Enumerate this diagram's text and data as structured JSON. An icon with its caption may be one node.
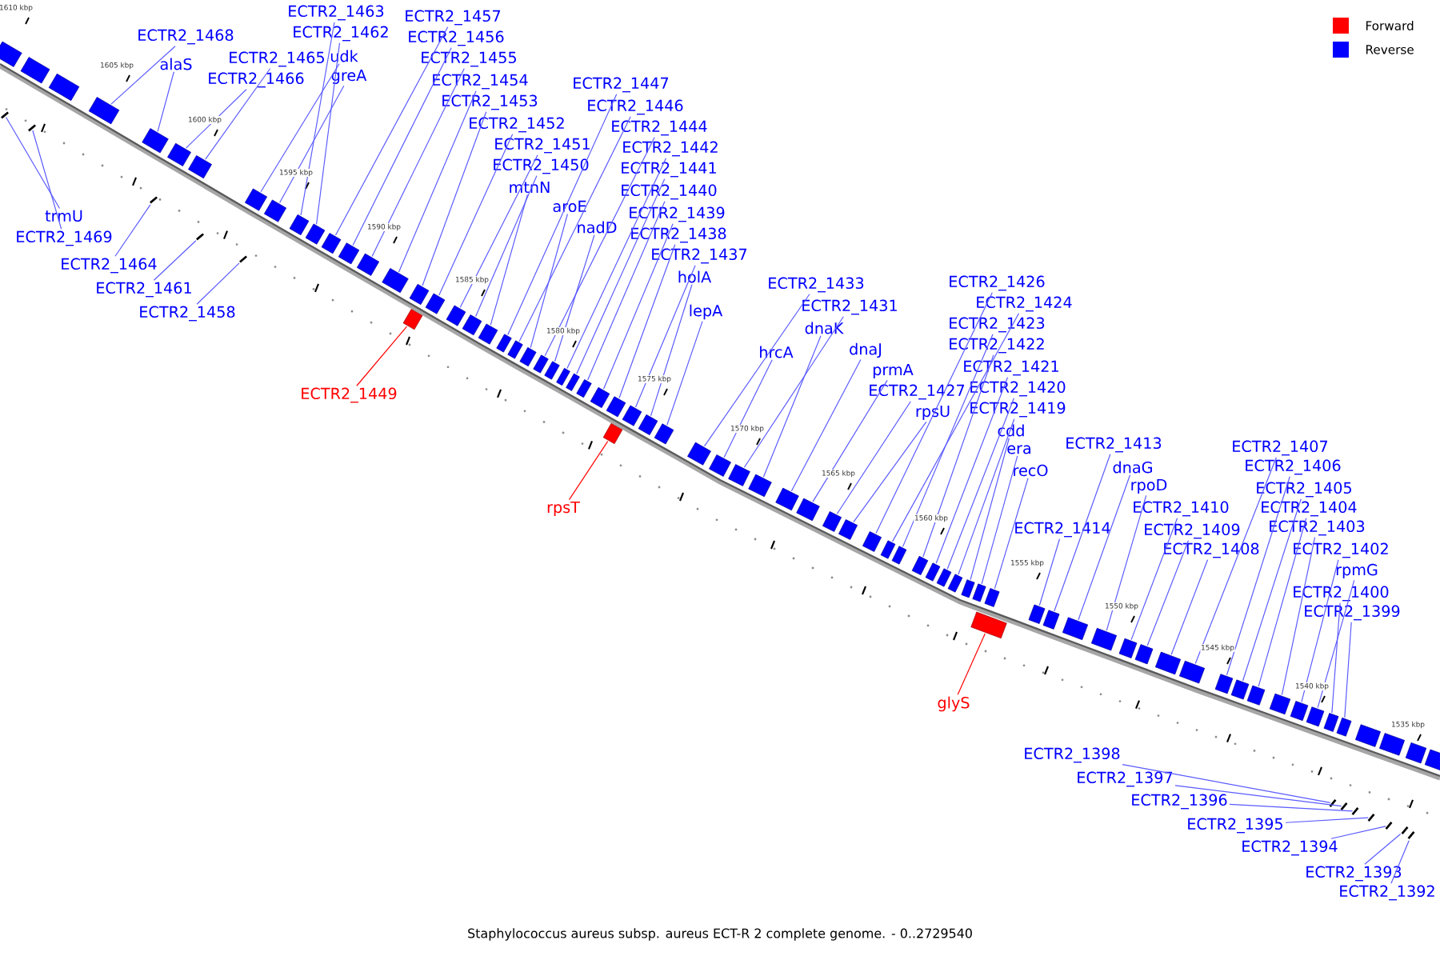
{
  "diagram": {
    "caption": "Staphylococcus aureus subsp. aureus ECT-R 2 complete genome. - 0..2729540",
    "nodes": [
      {
        "text": [
          "ECTR2_1463"
        ]
      },
      {
        "text": [
          "ECTR2_1457"
        ]
      },
      {
        "text": [
          "ECTR2_1462"
        ]
      },
      {
        "text": [
          "ECTR2_1468"
        ]
      },
      {
        "text": [
          "ECTR2_1456"
        ]
      },
      {
        "text": [
          "ECTR2_1465"
        ]
      },
      {
        "text": [
          "udk"
        ]
      },
      {
        "text": [
          "alaS"
        ]
      },
      {
        "text": [
          "ECTR2_1455"
        ]
      },
      {
        "text": [
          "ECTR2_1466"
        ]
      },
      {
        "text": [
          "greA"
        ]
      },
      {
        "text": [
          "ECTR2_1454"
        ]
      },
      {
        "text": [
          "ECTR2_1447"
        ]
      },
      {
        "text": [
          "ECTR2_1453"
        ]
      },
      {
        "text": [
          "ECTR2_1446"
        ]
      },
      {
        "text": [
          "ECTR2_1452"
        ]
      },
      {
        "text": [
          "ECTR2_1444"
        ]
      },
      {
        "text": [
          "ECTR2_1451"
        ]
      },
      {
        "text": [
          "ECTR2_1442"
        ]
      },
      {
        "text": [
          "ECTR2_1450"
        ]
      },
      {
        "text": [
          "ECTR2_1441"
        ]
      },
      {
        "text": [
          "mtnN"
        ]
      },
      {
        "text": [
          "ECTR2_1440"
        ]
      },
      {
        "text": [
          "aroE"
        ]
      },
      {
        "text": [
          "ECTR2_1439"
        ]
      },
      {
        "text": [
          "trmU"
        ]
      },
      {
        "text": [
          "nadD"
        ]
      },
      {
        "text": [
          "ECTR2_1438"
        ]
      },
      {
        "text": [
          "ECTR2_1469"
        ]
      },
      {
        "text": [
          "ECTR2_1437"
        ]
      },
      {
        "text": [
          "ECTR2_1464"
        ]
      },
      {
        "text": [
          "holA"
        ]
      },
      {
        "text": [
          "ECTR2_1426"
        ]
      },
      {
        "text": [
          "ECTR2_1433"
        ]
      },
      {
        "text": [
          "ECTR2_1461"
        ]
      },
      {
        "text": [
          "ECTR2_1424"
        ]
      },
      {
        "text": [
          "ECTR2_1431"
        ]
      },
      {
        "text": [
          "lepA"
        ]
      },
      {
        "text": [
          "ECTR2_1458"
        ]
      },
      {
        "text": [
          "ECTR2_1423"
        ]
      },
      {
        "text": [
          "dnaK"
        ]
      },
      {
        "text": [
          "ECTR2_1422"
        ]
      },
      {
        "text": [
          "hrcA"
        ]
      },
      {
        "text": [
          "dnaJ"
        ]
      },
      {
        "text": [
          "ECTR2_1421"
        ]
      },
      {
        "text": [
          "prmA"
        ]
      },
      {
        "text": [
          "ECTR2_1420"
        ]
      },
      {
        "text": [
          "ECTR2_1427"
        ]
      },
      {
        "text": [
          "ECTR2_1449"
        ]
      },
      {
        "text": [
          "ECTR2_1419"
        ]
      },
      {
        "text": [
          "rpsU"
        ]
      },
      {
        "text": [
          "cdd"
        ]
      },
      {
        "text": [
          "ECTR2_1413"
        ]
      },
      {
        "text": [
          "ECTR2_1407"
        ]
      },
      {
        "text": [
          "era"
        ]
      },
      {
        "text": [
          "dnaG"
        ]
      },
      {
        "text": [
          "ECTR2_1406"
        ]
      },
      {
        "text": [
          "recO"
        ]
      },
      {
        "text": [
          "rpoD"
        ]
      },
      {
        "text": [
          "ECTR2_1405"
        ]
      },
      {
        "text": [
          "rpsT"
        ]
      },
      {
        "text": [
          "ECTR2_1410"
        ]
      },
      {
        "text": [
          "ECTR2_1404"
        ]
      },
      {
        "text": [
          "ECTR2_1414"
        ]
      },
      {
        "text": [
          "ECTR2_1409"
        ]
      },
      {
        "text": [
          "ECTR2_1403"
        ]
      },
      {
        "text": [
          "ECTR2_1408"
        ]
      },
      {
        "text": [
          "ECTR2_1402"
        ]
      },
      {
        "text": [
          "rpmG"
        ]
      },
      {
        "text": [
          "ECTR2_1400"
        ]
      },
      {
        "text": [
          "ECTR2_1399"
        ]
      },
      {
        "text": [
          "glyS"
        ]
      },
      {
        "text": [
          "ECTR2_1398"
        ]
      },
      {
        "text": [
          "ECTR2_1397"
        ]
      },
      {
        "text": [
          "ECTR2_1396"
        ]
      },
      {
        "text": [
          "ECTR2_1395"
        ]
      },
      {
        "text": [
          "ECTR2_1394"
        ]
      },
      {
        "text": [
          "ECTR2_1393"
        ]
      },
      {
        "text": [
          "ECTR2_1392"
        ]
      },
      {
        "text": [],
        "shape": "bar"
      },
      {
        "text": [],
        "shape": "box"
      },
      {
        "text": [],
        "shape": "bar"
      },
      {
        "text": [],
        "shape": "box"
      },
      {
        "text": [],
        "shape": "box"
      },
      {
        "text": [],
        "shape": "box"
      },
      {
        "text": [],
        "shape": "bar"
      },
      {
        "text": [],
        "shape": "box"
      },
      {
        "text": [],
        "shape": "box"
      },
      {
        "text": [],
        "shape": "box"
      },
      {
        "text": [],
        "shape": "bar"
      },
      {
        "text": [],
        "shape": "bar"
      },
      {
        "text": [],
        "shape": "box"
      },
      {
        "text": [],
        "shape": "box"
      },
      {
        "text": [],
        "shape": "box"
      },
      {
        "text": [],
        "shape": "box"
      },
      {
        "text": [],
        "shape": "box"
      },
      {
        "text": [],
        "shape": "box"
      },
      {
        "text": [],
        "shape": "box"
      },
      {
        "text": [],
        "shape": "box"
      },
      {
        "text": [],
        "shape": "box"
      },
      {
        "text": [],
        "shape": "box"
      },
      {
        "text": [],
        "shape": "box"
      },
      {
        "text": [],
        "shape": "box"
      },
      {
        "text": [],
        "shape": "box"
      },
      {
        "text": [],
        "shape": "box"
      },
      {
        "text": [],
        "shape": "box"
      },
      {
        "text": [],
        "shape": "box"
      },
      {
        "text": [],
        "shape": "box"
      },
      {
        "text": [],
        "shape": "box"
      },
      {
        "text": [],
        "shape": "box"
      },
      {
        "text": [],
        "shape": "box"
      },
      {
        "text": [],
        "shape": "box"
      },
      {
        "text": [],
        "shape": "box"
      },
      {
        "text": [],
        "shape": "box"
      },
      {
        "text": [],
        "shape": "box"
      },
      {
        "text": [],
        "shape": "box"
      },
      {
        "text": [],
        "shape": "box"
      },
      {
        "text": [],
        "shape": "box"
      },
      {
        "text": [],
        "shape": "box"
      },
      {
        "text": [],
        "shape": "box"
      },
      {
        "text": [],
        "shape": "box"
      },
      {
        "text": [],
        "shape": "box"
      },
      {
        "text": [],
        "shape": "box"
      },
      {
        "text": [],
        "shape": "box"
      },
      {
        "text": [],
        "shape": "box"
      },
      {
        "text": [],
        "shape": "box"
      },
      {
        "text": [],
        "shape": "box"
      },
      {
        "text": [],
        "shape": "box"
      },
      {
        "text": [],
        "shape": "box"
      },
      {
        "text": [],
        "shape": "box"
      },
      {
        "text": [],
        "shape": "box"
      },
      {
        "text": [],
        "shape": "box"
      },
      {
        "text": [],
        "shape": "box"
      },
      {
        "text": [],
        "shape": "box"
      },
      {
        "text": [],
        "shape": "box"
      },
      {
        "text": [],
        "shape": "box"
      },
      {
        "text": [],
        "shape": "box"
      },
      {
        "text": [],
        "shape": "box"
      },
      {
        "text": [],
        "shape": "box"
      },
      {
        "text": [],
        "shape": "box"
      },
      {
        "text": [],
        "shape": "box"
      },
      {
        "text": [],
        "shape": "box"
      },
      {
        "text": [],
        "shape": "box"
      },
      {
        "text": [],
        "shape": "box"
      },
      {
        "text": [],
        "shape": "box"
      },
      {
        "text": [],
        "shape": "box"
      },
      {
        "text": [],
        "shape": "box"
      },
      {
        "text": [],
        "shape": "box"
      },
      {
        "text": [],
        "shape": "box"
      },
      {
        "text": [],
        "shape": "box"
      },
      {
        "text": [],
        "shape": "box"
      },
      {
        "text": [],
        "shape": "box"
      },
      {
        "text": [],
        "shape": "box"
      },
      {
        "text": [],
        "shape": "bar"
      },
      {
        "text": [],
        "shape": "box"
      },
      {
        "text": [],
        "shape": "bar"
      },
      {
        "text": [],
        "shape": "bar"
      },
      {
        "text": [],
        "shape": "box"
      },
      {
        "text": [],
        "shape": "bar"
      },
      {
        "text": [],
        "shape": "bar"
      },
      {
        "text": [],
        "shape": "box"
      },
      {
        "text": [],
        "shape": "bar"
      },
      {
        "text": [],
        "shape": "bar"
      },
      {
        "text": [],
        "shape": "box"
      },
      {
        "text": [],
        "shape": "box"
      }
    ],
    "edges": [
      {
        "from": 0,
        "to": 93,
        "arrow": "none"
      },
      {
        "from": 1,
        "to": 95,
        "arrow": "none"
      },
      {
        "from": 2,
        "to": 94,
        "arrow": "none"
      },
      {
        "from": 3,
        "to": 84,
        "arrow": "none"
      },
      {
        "from": 4,
        "to": 96,
        "arrow": "none"
      },
      {
        "from": 5,
        "to": 88,
        "arrow": "none"
      },
      {
        "from": 6,
        "to": 91,
        "arrow": "none"
      },
      {
        "from": 7,
        "to": 86,
        "arrow": "none"
      },
      {
        "from": 8,
        "to": 97,
        "arrow": "none"
      },
      {
        "from": 9,
        "to": 87,
        "arrow": "none"
      },
      {
        "from": 10,
        "to": 92,
        "arrow": "none"
      },
      {
        "from": 11,
        "to": 98,
        "arrow": "none"
      },
      {
        "from": 12,
        "to": 105,
        "arrow": "none"
      },
      {
        "from": 13,
        "to": 100,
        "arrow": "none"
      },
      {
        "from": 14,
        "to": 106,
        "arrow": "none"
      },
      {
        "from": 15,
        "to": 101,
        "arrow": "none"
      },
      {
        "from": 16,
        "to": 108,
        "arrow": "none"
      },
      {
        "from": 17,
        "to": 102,
        "arrow": "none"
      },
      {
        "from": 18,
        "to": 110,
        "arrow": "none"
      },
      {
        "from": 19,
        "to": 103,
        "arrow": "none"
      },
      {
        "from": 20,
        "to": 111,
        "arrow": "none"
      },
      {
        "from": 21,
        "to": 104,
        "arrow": "none"
      },
      {
        "from": 22,
        "to": 112,
        "arrow": "none"
      },
      {
        "from": 23,
        "to": 107,
        "arrow": "none"
      },
      {
        "from": 24,
        "to": 113,
        "arrow": "none"
      },
      {
        "from": 25,
        "to": 79,
        "arrow": "none"
      },
      {
        "from": 26,
        "to": 109,
        "arrow": "none"
      },
      {
        "from": 27,
        "to": 115,
        "arrow": "none"
      },
      {
        "from": 28,
        "to": 81,
        "arrow": "none"
      },
      {
        "from": 29,
        "to": 116,
        "arrow": "none"
      },
      {
        "from": 30,
        "to": 85,
        "arrow": "none"
      },
      {
        "from": 31,
        "to": 117,
        "arrow": "none"
      },
      {
        "from": 32,
        "to": 127,
        "arrow": "none"
      },
      {
        "from": 33,
        "to": 119,
        "arrow": "none"
      },
      {
        "from": 34,
        "to": 89,
        "arrow": "none"
      },
      {
        "from": 35,
        "to": 128,
        "arrow": "none"
      },
      {
        "from": 36,
        "to": 121,
        "arrow": "none"
      },
      {
        "from": 37,
        "to": 118,
        "arrow": "none"
      },
      {
        "from": 38,
        "to": 90,
        "arrow": "none"
      },
      {
        "from": 39,
        "to": 129,
        "arrow": "none"
      },
      {
        "from": 40,
        "to": 122,
        "arrow": "none"
      },
      {
        "from": 41,
        "to": 130,
        "arrow": "none"
      },
      {
        "from": 42,
        "to": 120,
        "arrow": "none"
      },
      {
        "from": 43,
        "to": 123,
        "arrow": "none"
      },
      {
        "from": 44,
        "to": 131,
        "arrow": "none"
      },
      {
        "from": 45,
        "to": 124,
        "arrow": "none"
      },
      {
        "from": 46,
        "to": 132,
        "arrow": "none"
      },
      {
        "from": 47,
        "to": 125,
        "arrow": "none"
      },
      {
        "from": 48,
        "to": 99,
        "arrow": "none",
        "color": "#ff0000"
      },
      {
        "from": 49,
        "to": 133,
        "arrow": "none"
      },
      {
        "from": 50,
        "to": 126,
        "arrow": "none"
      },
      {
        "from": 51,
        "to": 134,
        "arrow": "none"
      },
      {
        "from": 52,
        "to": 139,
        "arrow": "none"
      },
      {
        "from": 53,
        "to": 145,
        "arrow": "none"
      },
      {
        "from": 54,
        "to": 135,
        "arrow": "none"
      },
      {
        "from": 55,
        "to": 140,
        "arrow": "none"
      },
      {
        "from": 56,
        "to": 146,
        "arrow": "none"
      },
      {
        "from": 57,
        "to": 137,
        "arrow": "none"
      },
      {
        "from": 58,
        "to": 141,
        "arrow": "none"
      },
      {
        "from": 59,
        "to": 147,
        "arrow": "none"
      },
      {
        "from": 60,
        "to": 114,
        "arrow": "none",
        "color": "#ff0000"
      },
      {
        "from": 61,
        "to": 142,
        "arrow": "none"
      },
      {
        "from": 62,
        "to": 148,
        "arrow": "none"
      },
      {
        "from": 63,
        "to": 138,
        "arrow": "none"
      },
      {
        "from": 64,
        "to": 143,
        "arrow": "none"
      },
      {
        "from": 65,
        "to": 149,
        "arrow": "none"
      },
      {
        "from": 66,
        "to": 144,
        "arrow": "none"
      },
      {
        "from": 67,
        "to": 150,
        "arrow": "none"
      },
      {
        "from": 68,
        "to": 151,
        "arrow": "none"
      },
      {
        "from": 69,
        "to": 152,
        "arrow": "none"
      },
      {
        "from": 70,
        "to": 154,
        "arrow": "none"
      },
      {
        "from": 71,
        "to": 136,
        "arrow": "none",
        "color": "#ff0000"
      },
      {
        "from": 72,
        "to": 153,
        "arrow": "none"
      },
      {
        "from": 73,
        "to": 155,
        "arrow": "none"
      },
      {
        "from": 74,
        "to": 156,
        "arrow": "none"
      },
      {
        "from": 75,
        "to": 158,
        "arrow": "none"
      },
      {
        "from": 76,
        "to": 159,
        "arrow": "none"
      },
      {
        "from": 77,
        "to": 161,
        "arrow": "none"
      },
      {
        "from": 78,
        "to": 162,
        "arrow": "none"
      }
    ],
    "labels": [
      "1610 kbp",
      "1605 kbp",
      "1600 kbp",
      "1595 kbp",
      "1590 kbp",
      "1585 kbp",
      "1580 kbp",
      "1575 kbp",
      "1570 kbp",
      "1565 kbp",
      "1560 kbp",
      "1555 kbp",
      "1550 kbp",
      "1545 kbp",
      "1540 kbp",
      "1535 kbp"
    ],
    "legend": [
      {
        "text": "Forward",
        "color": "#ff0000"
      },
      {
        "text": "Reverse",
        "color": "#0000ff"
      }
    ]
  }
}
